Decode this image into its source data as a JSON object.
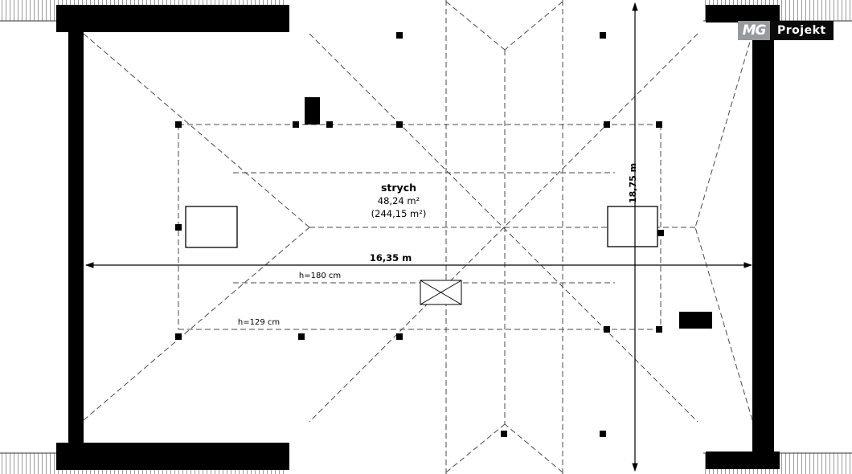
{
  "logo": {
    "mg": "MG",
    "projekt": "Projekt"
  },
  "room": {
    "name": "strych",
    "area": "48,24 m²",
    "area_total": "(244,15 m²)"
  },
  "dimensions": {
    "width_label": "16,35 m",
    "depth_label": "18,75 m",
    "height_line_180": "h=180 cm",
    "height_line_129": "h=129 cm"
  },
  "colors": {
    "wall": "#000000",
    "dashed_line": "#4a4a4a",
    "hatch_line": "#9a9a9a",
    "logo_gray": "#97999c",
    "logo_black": "#0a0a0a",
    "background": "#ffffff"
  }
}
